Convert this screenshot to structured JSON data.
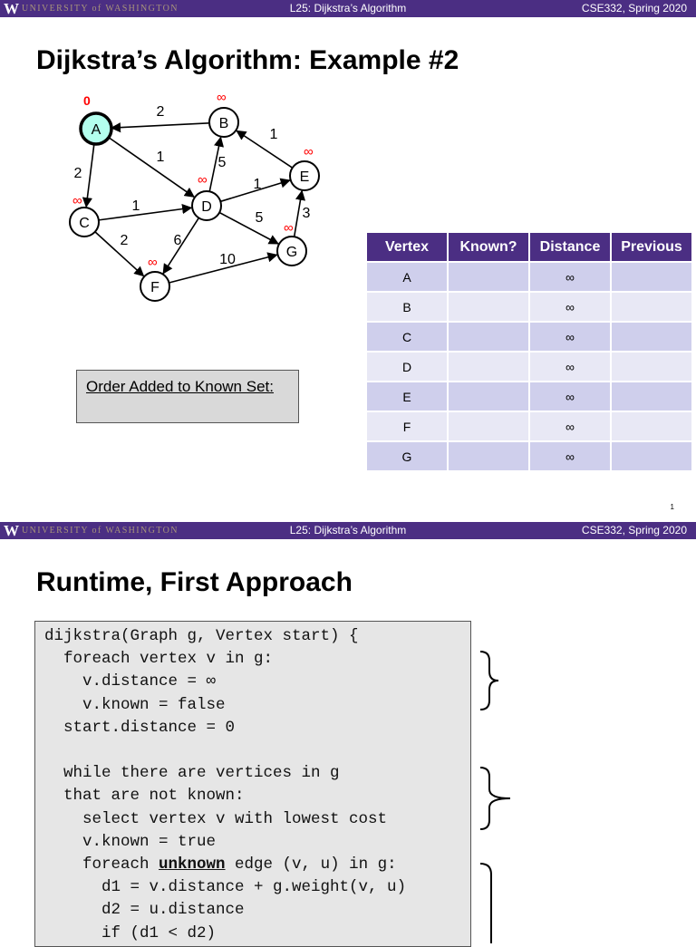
{
  "header": {
    "logo_letter": "W",
    "university": "UNIVERSITY of WASHINGTON",
    "lecture": "L25: Dijkstra’s Algorithm",
    "course": "CSE332, Spring 2020"
  },
  "slide1": {
    "title": "Dijkstra’s Algorithm: Example #2",
    "graph": {
      "start_color": "#b3ffee",
      "label_color": "#ff0000",
      "nodes": [
        {
          "id": "A",
          "dist": "0"
        },
        {
          "id": "B",
          "dist": "∞"
        },
        {
          "id": "C",
          "dist": "∞"
        },
        {
          "id": "D",
          "dist": "∞"
        },
        {
          "id": "E",
          "dist": "∞"
        },
        {
          "id": "F",
          "dist": "∞"
        },
        {
          "id": "G",
          "dist": "∞"
        }
      ],
      "edges": [
        {
          "from": "B",
          "to": "A",
          "weight": "2"
        },
        {
          "from": "A",
          "to": "C",
          "weight": "2"
        },
        {
          "from": "A",
          "to": "D",
          "weight": "1"
        },
        {
          "from": "D",
          "to": "B",
          "weight": "5"
        },
        {
          "from": "E",
          "to": "B",
          "weight": "1"
        },
        {
          "from": "D",
          "to": "E",
          "weight": "1"
        },
        {
          "from": "C",
          "to": "D",
          "weight": "1"
        },
        {
          "from": "D",
          "to": "G",
          "weight": "5"
        },
        {
          "from": "G",
          "to": "E",
          "weight": "3"
        },
        {
          "from": "C",
          "to": "F",
          "weight": "2"
        },
        {
          "from": "D",
          "to": "F",
          "weight": "6"
        },
        {
          "from": "F",
          "to": "G",
          "weight": "10"
        }
      ]
    },
    "order_label": "Order Added to Known Set:",
    "table": {
      "headers": [
        "Vertex",
        "Known?",
        "Distance",
        "Previous"
      ],
      "rows": [
        {
          "vertex": "A",
          "known": "",
          "distance": "∞",
          "previous": ""
        },
        {
          "vertex": "B",
          "known": "",
          "distance": "∞",
          "previous": ""
        },
        {
          "vertex": "C",
          "known": "",
          "distance": "∞",
          "previous": ""
        },
        {
          "vertex": "D",
          "known": "",
          "distance": "∞",
          "previous": ""
        },
        {
          "vertex": "E",
          "known": "",
          "distance": "∞",
          "previous": ""
        },
        {
          "vertex": "F",
          "known": "",
          "distance": "∞",
          "previous": ""
        },
        {
          "vertex": "G",
          "known": "",
          "distance": "∞",
          "previous": ""
        }
      ]
    },
    "page_number": "1"
  },
  "slide2": {
    "title": "Runtime, First Approach",
    "code": [
      {
        "text": "dijkstra(Graph g, Vertex start) {"
      },
      {
        "text": "  foreach vertex v in g:"
      },
      {
        "text": "    v.distance = ∞"
      },
      {
        "text": "    v.known = false"
      },
      {
        "text": "  start.distance = 0"
      },
      {
        "text": ""
      },
      {
        "text": "  while there are vertices in g"
      },
      {
        "text": "  that are not known:"
      },
      {
        "text": "    select vertex v with lowest cost"
      },
      {
        "text": "    v.known = true"
      },
      {
        "pre": "    foreach ",
        "strong": "unknown",
        "post": " edge (v, u) in g:"
      },
      {
        "text": "      d1 = v.distance + g.weight(v, u)"
      },
      {
        "text": "      d2 = u.distance"
      },
      {
        "text": "      if (d1 < d2)"
      }
    ]
  }
}
